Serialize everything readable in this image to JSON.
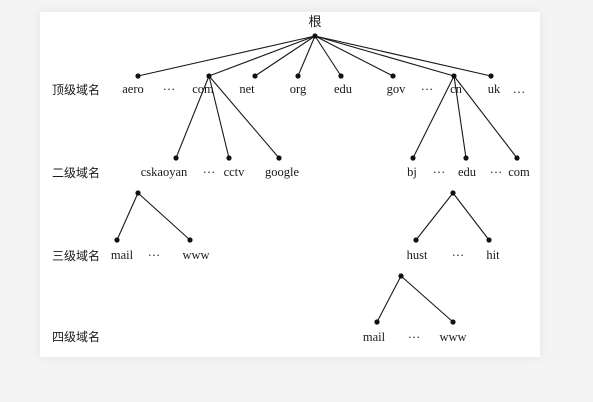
{
  "root": {
    "label": "根"
  },
  "levels": [
    {
      "label": "顶级域名"
    },
    {
      "label": "二级域名"
    },
    {
      "label": "三级域名"
    },
    {
      "label": "四级域名"
    }
  ],
  "top_level": {
    "items": [
      "aero",
      "…",
      "com",
      "net",
      "org",
      "edu",
      "gov",
      "…",
      "cn",
      "uk",
      "…"
    ]
  },
  "second_level_com": {
    "items": [
      "cskaoyan",
      "…",
      "cctv",
      "google"
    ]
  },
  "second_level_cn": {
    "items": [
      "bj",
      "…",
      "edu",
      "…",
      "com"
    ]
  },
  "third_level_cskaoyan": {
    "items": [
      "mail",
      "…",
      "www"
    ]
  },
  "third_level_edu": {
    "items": [
      "hust",
      "…",
      "hit"
    ]
  },
  "fourth_level_hust": {
    "items": [
      "mail",
      "…",
      "www"
    ]
  }
}
